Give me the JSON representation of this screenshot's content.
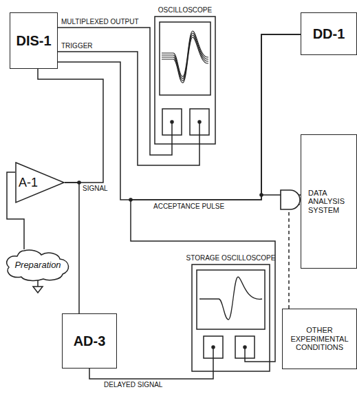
{
  "diagram": {
    "nodes": [
      {
        "text": [
          "DIS-1"
        ]
      },
      {
        "text": [
          "OSCILLOSCOPE"
        ]
      },
      {
        "text": [
          "DD-1"
        ]
      },
      {
        "text": [
          "A-1"
        ]
      },
      {
        "text": [
          "Preparation"
        ]
      },
      {
        "text": [
          "DATA ANALYSIS SYSTEM"
        ]
      },
      {
        "text": [
          "STORAGE OSCILLOSCOPE"
        ]
      },
      {
        "text": [
          "AD-3"
        ]
      },
      {
        "text": [
          "OTHER EXPERIMENTAL CONDITIONS"
        ]
      }
    ],
    "edges": [
      {
        "from": 0,
        "to": 1,
        "label": "MULTIPLEXED OUTPUT",
        "arrow": "none"
      },
      {
        "from": 0,
        "to": 1,
        "label": "TRIGGER",
        "arrow": "none"
      },
      {
        "from": 3,
        "to": 0,
        "label": "SIGNAL",
        "arrow": "none"
      },
      {
        "from": 3,
        "to": 7,
        "arrow": "none"
      },
      {
        "from": 2,
        "to": 0,
        "label": "ACCEPTANCE PULSE",
        "arrow": "none"
      },
      {
        "from": 2,
        "to": 6,
        "arrow": "none"
      },
      {
        "from": 2,
        "to": 5,
        "arrow": "none"
      },
      {
        "from": 7,
        "to": 6,
        "label": "DELAYED SIGNAL",
        "arrow": "none"
      },
      {
        "from": 4,
        "to": 3,
        "arrow": "none"
      },
      {
        "from": 8,
        "to": 5,
        "arrow": "none"
      }
    ]
  }
}
